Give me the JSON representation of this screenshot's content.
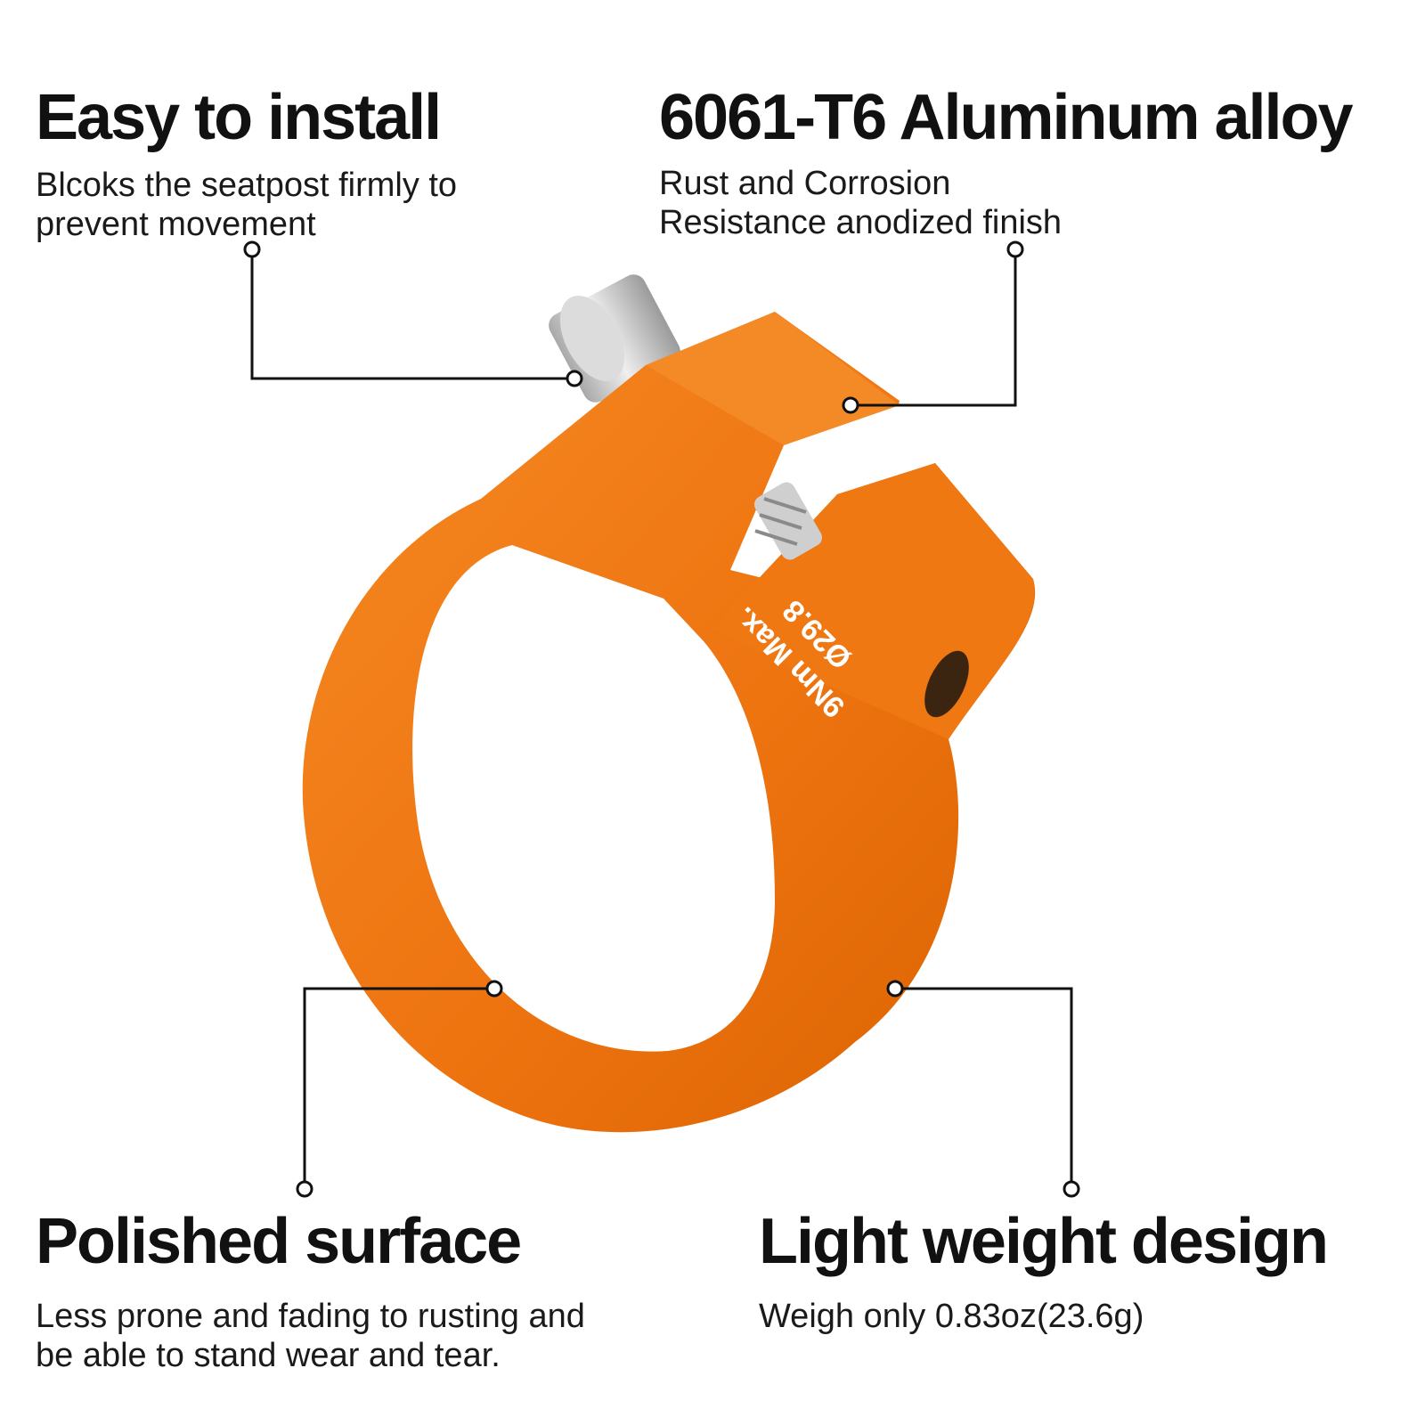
{
  "features": {
    "install": {
      "title": "Easy to install",
      "desc_lines": [
        "Blcoks the seatpost firmly to",
        "prevent movement"
      ]
    },
    "alloy": {
      "title": "6061-T6 Aluminum alloy",
      "desc_lines": [
        "Rust and Corrosion",
        "Resistance anodized finish"
      ]
    },
    "polished": {
      "title": "Polished surface",
      "desc_lines": [
        "Less prone and fading to rusting and",
        "be able to stand wear and tear."
      ]
    },
    "weight": {
      "title": "Light weight design",
      "desc_lines": [
        "Weigh only 0.83oz(23.6g)"
      ]
    }
  },
  "product": {
    "engraving_line1": "9Nm Max.",
    "engraving_line2": "Ø29.8",
    "clamp_color": "#F07A14",
    "clamp_shadow_color": "#C85A00",
    "bolt_color": "#C9C9C9"
  }
}
